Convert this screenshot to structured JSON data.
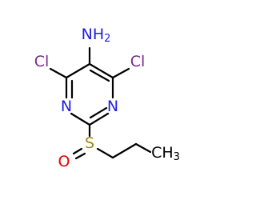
{
  "molecule": {
    "atoms": {
      "nh2": {
        "main": "NH",
        "sub": "2",
        "color": "#1E1EE6"
      },
      "cl_left": {
        "text": "Cl",
        "color": "#7B2A8E"
      },
      "cl_right": {
        "text": "Cl",
        "color": "#7B2A8E"
      },
      "n_left": {
        "text": "N",
        "color": "#1E1EE6"
      },
      "n_right": {
        "text": "N",
        "color": "#1E1EE6"
      },
      "s": {
        "text": "S",
        "color": "#9A8A1A"
      },
      "o": {
        "text": "O",
        "color": "#E60000"
      },
      "ch3": {
        "main": "CH",
        "sub": "3",
        "color": "#000000"
      }
    },
    "bond_color": "#000000"
  }
}
